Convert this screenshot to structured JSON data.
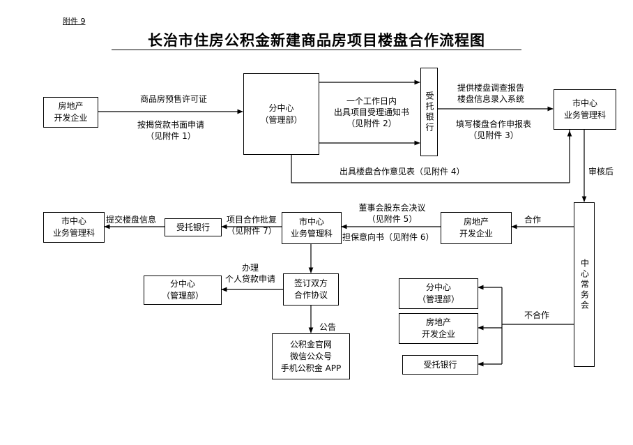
{
  "attachment_label": "附件 9",
  "title": "长治市住房公积金新建商品房项目楼盘合作流程图",
  "boxes": {
    "developer_top": "房地产\n开发企业",
    "sub_center_top": "分中心\n（管理部）",
    "bank_vertical": "受托银行",
    "city_center_top": "市中心\n业务管理科",
    "city_center_left": "市中心\n业务管理科",
    "bank_row2": "受托银行",
    "city_center_mid": "市中心\n业务管理科",
    "developer_mid": "房地产\n开发企业",
    "center_committee": "中心常务会",
    "sub_center_bottom": "分中心\n（管理部）",
    "sign_agreement": "签订双方\n合作协议",
    "announce_channels": "公积金官网\n微信公众号\n手机公积金 APP",
    "sub_center_right": "分中心\n（管理部）",
    "developer_right": "房地产\n开发企业",
    "bank_right": "受托银行"
  },
  "labels": {
    "presale_permit": "商品房预售许可证",
    "loan_application": "按揭贷款书面申请\n（见附件 1）",
    "one_workday": "一个工作日内\n出具项目受理通知书\n（见附件 2）",
    "survey_report": "提供楼盘调查报告\n楼盘信息录入系统",
    "fill_application": "填写楼盘合作申报表\n（见附件 3）",
    "opinion_table": "出具楼盘合作意见表（见附件 4）",
    "after_review": "审核后",
    "cooperate": "合作",
    "board_resolution": "董事会股东会决议\n（见附件 5）",
    "guarantee_letter": "担保意向书（见附件 6）",
    "project_approval": "项目合作批复\n（见附件 7）",
    "submit_info": "提交楼盘信息",
    "handle_loan": "办理\n个人贷款申请",
    "announce": "公告",
    "not_cooperate": "不合作"
  }
}
